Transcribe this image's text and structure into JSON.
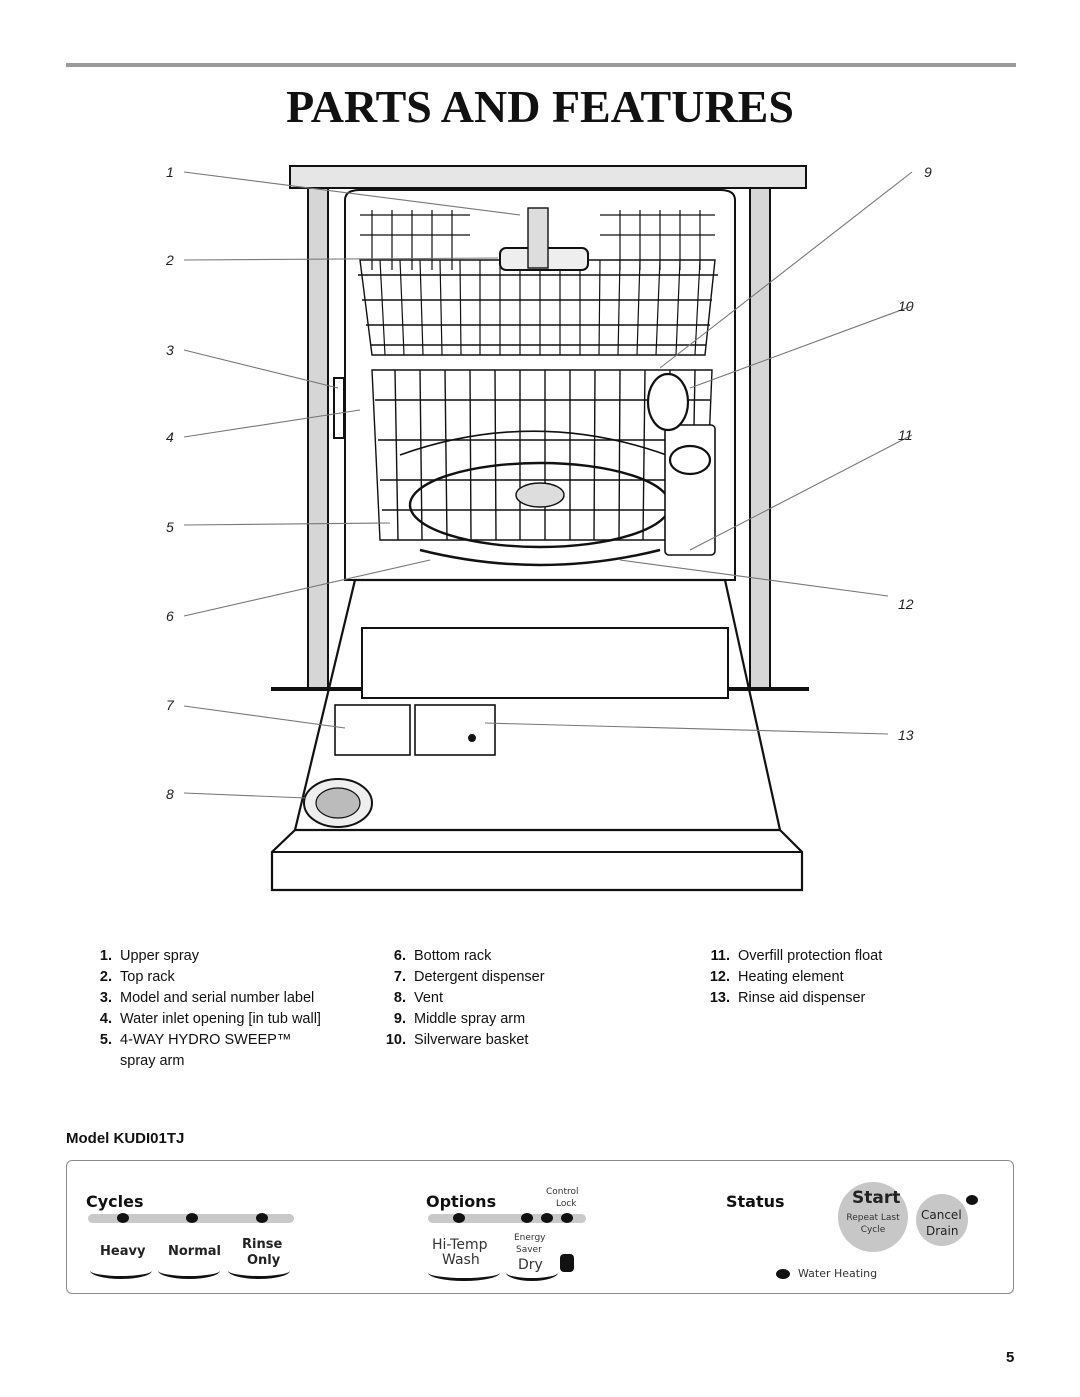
{
  "page": {
    "title": "PARTS AND FEATURES",
    "page_number": "5",
    "model_label": "Model KUDI01TJ"
  },
  "diagram": {
    "callouts_left": [
      "1",
      "2",
      "3",
      "4",
      "5",
      "6",
      "7",
      "8"
    ],
    "callouts_right": [
      "9",
      "10",
      "11",
      "12",
      "13"
    ]
  },
  "legend": {
    "col1": [
      {
        "num": "1.",
        "text": "Upper spray"
      },
      {
        "num": "2.",
        "text": "Top rack"
      },
      {
        "num": "3.",
        "text": "Model and serial number label"
      },
      {
        "num": "4.",
        "text": "Water inlet opening [in tub wall]"
      },
      {
        "num": "5.",
        "text": "4-WAY HYDRO SWEEP™ spray arm"
      }
    ],
    "col2": [
      {
        "num": "6.",
        "text": "Bottom rack"
      },
      {
        "num": "7.",
        "text": "Detergent dispenser"
      },
      {
        "num": "8.",
        "text": "Vent"
      },
      {
        "num": "9.",
        "text": "Middle spray arm"
      },
      {
        "num": "10.",
        "text": "Silverware basket"
      }
    ],
    "col3": [
      {
        "num": "11.",
        "text": "Overfill protection float"
      },
      {
        "num": "12.",
        "text": "Heating element"
      },
      {
        "num": "13.",
        "text": "Rinse aid dispenser"
      }
    ]
  },
  "control_panel": {
    "cycles_header": "Cycles",
    "options_header": "Options",
    "status_header": "Status",
    "control_lock": [
      "Control",
      "Lock"
    ],
    "cycles": {
      "heavy": "Heavy",
      "normal": "Normal",
      "rinse": "Rinse",
      "only": "Only"
    },
    "options": {
      "hitemp": "Hi-Temp",
      "wash": "Wash",
      "energy": "Energy",
      "saver": "Saver",
      "dry": "Dry"
    },
    "start": {
      "label": "Start",
      "sub1": "Repeat Last",
      "sub2": "Cycle"
    },
    "cancel": {
      "label1": "Cancel",
      "label2": "Drain"
    },
    "water_heating": "Water Heating"
  }
}
